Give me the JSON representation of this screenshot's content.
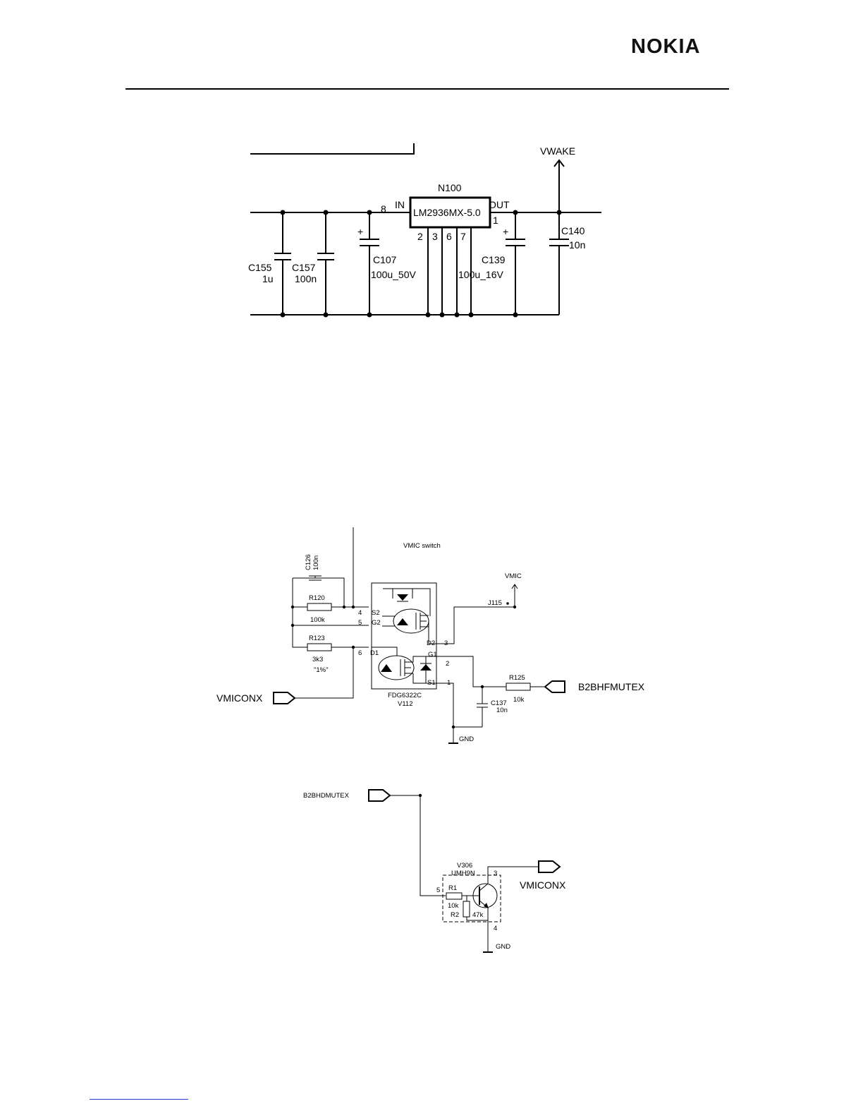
{
  "header": {
    "brand": "NOKIA"
  },
  "regulator": {
    "ic_ref": "N100",
    "ic_part": "LM2936MX-5.0",
    "pin_in_label": "IN",
    "pin_out_label": "OUT",
    "pin_in_num": "8",
    "pin_out_num": "1",
    "gnd_pins": [
      "2",
      "3",
      "6",
      "7"
    ],
    "net_vwake": "VWAKE",
    "c155_ref": "C155",
    "c155_val": "1u",
    "c157_ref": "C157",
    "c157_val": "100n",
    "c107_ref": "C107",
    "c107_val": "100u_50V",
    "c139_ref": "C139",
    "c139_val": "100u_16V",
    "c140_ref": "C140",
    "c140_val": "10n",
    "polarity_mark": "+"
  },
  "vmic_switch": {
    "title": "VMIC switch",
    "c126_ref": "C126",
    "c126_val": "100n",
    "r120_ref": "R120",
    "r120_val": "100k",
    "r123_ref": "R123",
    "r123_val": "3k3",
    "r123_tol": "\"1%\"",
    "pin4": "4",
    "pin5": "5",
    "pin6": "6",
    "pin3": "3",
    "pin2": "2",
    "pin1": "1",
    "s2": "S2",
    "g2": "G2",
    "d1": "D1",
    "d2": "D2",
    "g1": "G1",
    "s1": "S1",
    "fet_part": "FDG6322C",
    "fet_ref": "V112",
    "vmic": "VMIC",
    "j115": "J115",
    "r125_ref": "R125",
    "r125_val": "10k",
    "c137_ref": "C137",
    "c137_val": "10n",
    "gnd": "GND",
    "vmiconx": "VMICONX",
    "b2bhfmutex": "B2BHFMUTEX"
  },
  "mute_transistor": {
    "b2bhdmutex": "B2BHDMUTEX",
    "v306_ref": "V306",
    "v306_part": "UMH9N",
    "r1_ref": "R1",
    "r1_val": "10k",
    "r2_ref": "R2",
    "r2_val": "47k",
    "pin5": "5",
    "pin3": "3",
    "pin4": "4",
    "vmiconx": "VMICONX",
    "gnd": "GND"
  }
}
